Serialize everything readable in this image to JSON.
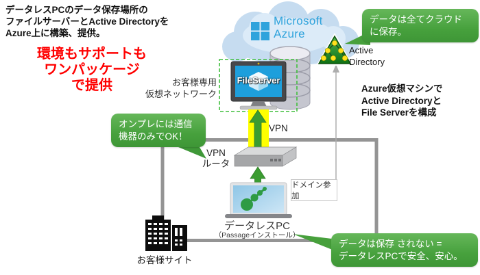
{
  "intro": {
    "lines": [
      "データレスPCのデータ保存場所の",
      "ファイルサーバーとActive Directoryを",
      "Azure上に構築、提供。"
    ]
  },
  "headline": {
    "lines": [
      "環境もサポートも",
      "ワンパッケージ",
      "で提供"
    ],
    "color": "#ff0000"
  },
  "azure": {
    "brand_line1": "Microsoft",
    "brand_line2": "Azure"
  },
  "vnet_label": {
    "line1": "お客様専用",
    "line2": "仮想ネットワーク"
  },
  "file_server": {
    "label": "FileServer"
  },
  "active_directory": {
    "line1": "Active",
    "line2": "Directory"
  },
  "vpn_arrow_label": "VPN",
  "router_label": {
    "line1": "VPN",
    "line2": "ルータ"
  },
  "azure_vm_note": {
    "lines": [
      "Azure仮想マシンで",
      "Active Directoryと",
      "File Serverを構成"
    ]
  },
  "domain_join_label": "ドメイン参加",
  "dataless_pc": {
    "name": "データレスPC",
    "sub": "（Passageインストール）"
  },
  "customer_site_label": "お客様サイト",
  "bubbles": {
    "cloud_save": {
      "lines": [
        "データは全てクラウド",
        "に保存。"
      ]
    },
    "onprem": {
      "lines": [
        "オンプレには通信",
        "機器のみでOK！"
      ]
    },
    "no_data": {
      "lines": [
        "データは保存 されない =",
        "データレスPCで安全、安心。"
      ]
    }
  },
  "icons": {
    "cloud": "azure-cloud-icon",
    "logo": "microsoft-logo-icon",
    "database": "database-icon",
    "monitor": "fileserver-monitor-icon",
    "cube": "cube-icon",
    "router": "vpn-router-icon",
    "laptop": "dataless-pc-laptop-icon",
    "triangle": "active-directory-icon",
    "building": "customer-site-building-icon"
  },
  "colors": {
    "accent_red": "#ff0000",
    "azure_blue": "#2fa3dc",
    "cloud_fill": "#c6dcf0",
    "screen_blue": "#1e9fdc",
    "vpn_yellow": "#ffff00",
    "arrow_green": "#3b9c31",
    "dashed_green": "#3fbe3c",
    "bubble_green_top": "#66b75a",
    "bubble_green_bottom": "#3e9636",
    "boundary_gray": "#949494",
    "connector_gray": "#adadad"
  }
}
